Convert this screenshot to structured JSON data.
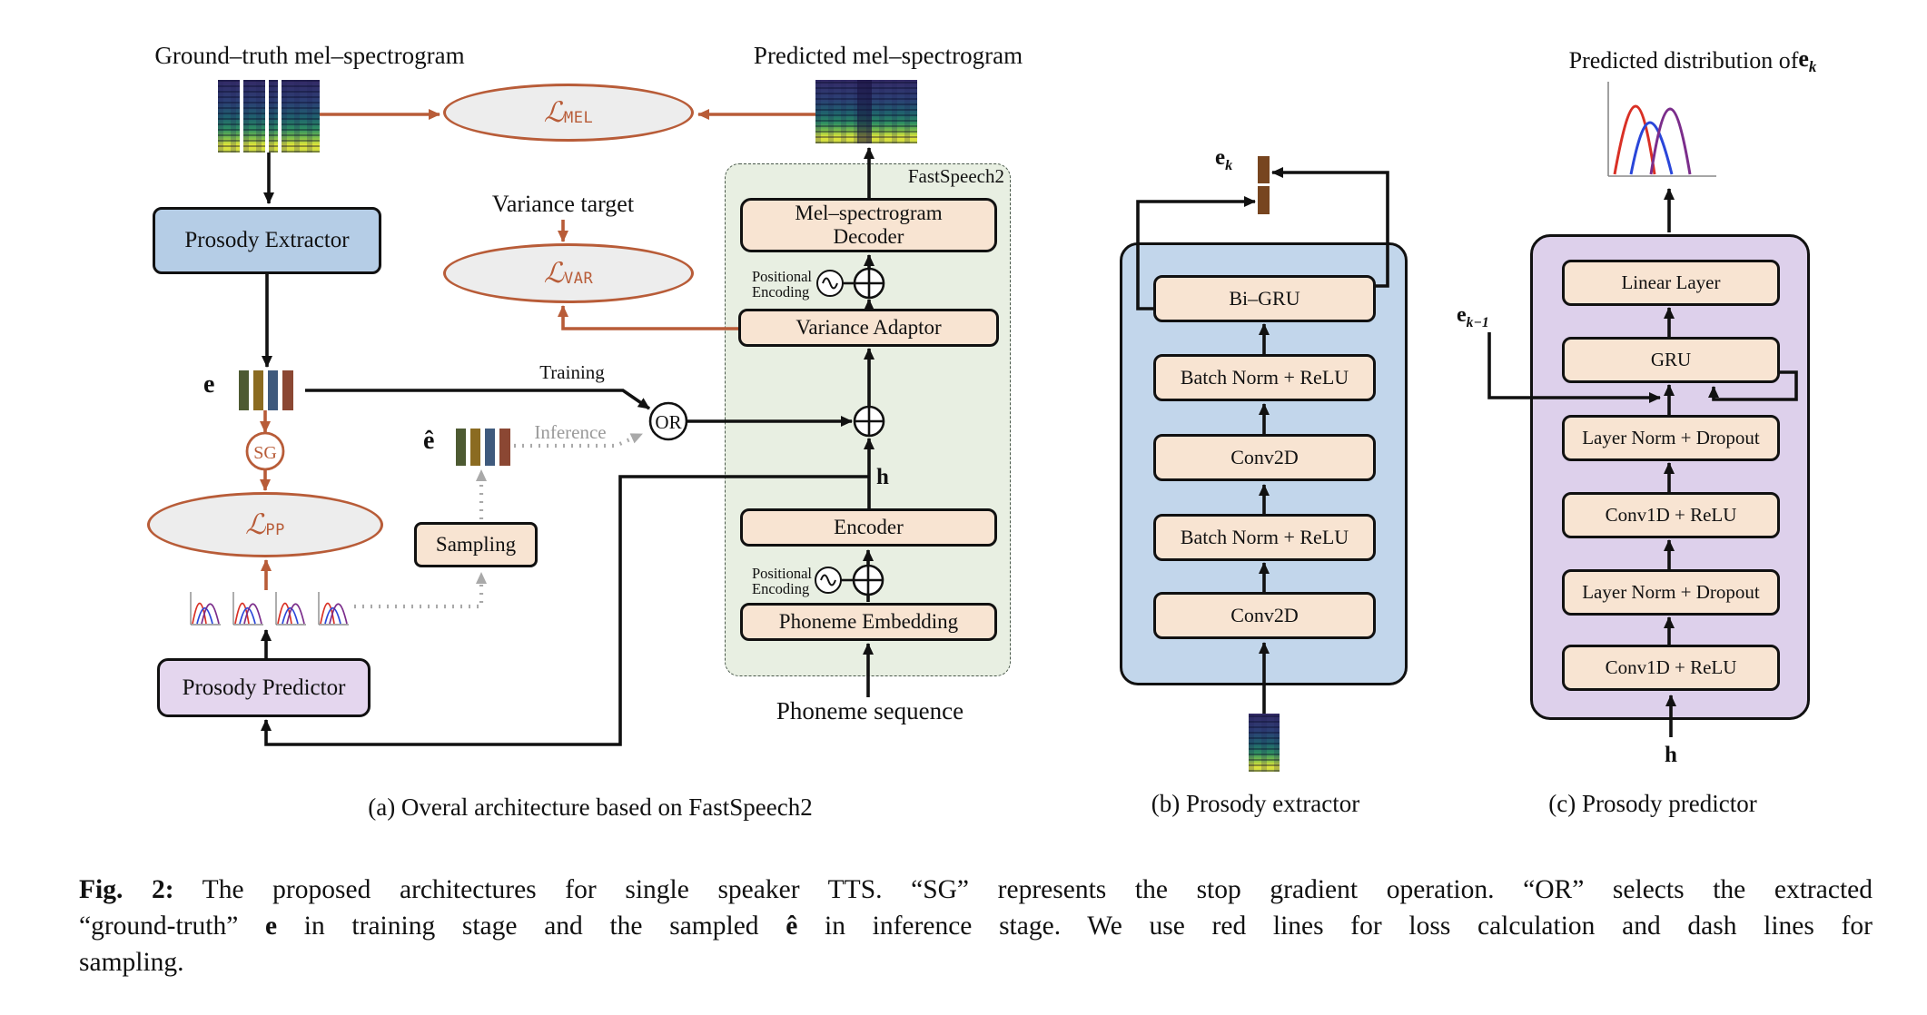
{
  "colors": {
    "accent_orange": "#b85c38",
    "loss_fill": "#ededed",
    "peach_box": "#f8e4d2",
    "green_panel": "#e8efe2",
    "blue_panel": "#c2d6eb",
    "lavender_panel": "#ddd0eb",
    "extractor_blue": "#b5cde6",
    "predictor_lavender": "#e4d6ee",
    "gray_dash": "#a9a9a9"
  },
  "panel_a": {
    "gt_title": "Ground–truth mel–spectrogram",
    "pred_title": "Predicted mel–spectrogram",
    "variance_target": "Variance target",
    "fastspeech2": "FastSpeech2",
    "mel_decoder_line1": "Mel–spectrogram",
    "mel_decoder_line2": "Decoder",
    "positional_encoding_line1": "Positional",
    "positional_encoding_line2": "Encoding",
    "variance_adaptor": "Variance Adaptor",
    "encoder": "Encoder",
    "phoneme_embedding": "Phoneme Embedding",
    "phoneme_sequence": "Phoneme sequence",
    "prosody_extractor": "Prosody Extractor",
    "prosody_predictor": "Prosody Predictor",
    "sampling": "Sampling",
    "training": "Training",
    "inference": "Inference",
    "or": "OR",
    "sg": "SG",
    "e": "e",
    "e_hat": "ê",
    "h": "h",
    "l_mel": {
      "main": "ℒ",
      "sub": "MEL"
    },
    "l_var": {
      "main": "ℒ",
      "sub": "VAR"
    },
    "l_pp": {
      "main": "ℒ",
      "sub": "PP"
    },
    "caption": "(a) Overal architecture based on FastSpeech2"
  },
  "panel_b": {
    "e_k": {
      "main": "e",
      "sub": "k"
    },
    "layers": [
      "Bi–GRU",
      "Batch Norm + ReLU",
      "Conv2D",
      "Batch Norm + ReLU",
      "Conv2D"
    ],
    "caption": "(b) Prosody extractor"
  },
  "panel_c": {
    "title_prefix": "Predicted distribution of ",
    "e_k": {
      "main": "e",
      "sub": "k"
    },
    "layers": [
      "Linear Layer",
      "GRU",
      "Layer Norm + Dropout",
      "Conv1D + ReLU",
      "Layer Norm + Dropout",
      "Conv1D + ReLU"
    ],
    "e_k_minus_1": {
      "main": "e",
      "sub": "k−1"
    },
    "h": "h",
    "caption": "(c) Prosody predictor"
  },
  "figure_caption": {
    "lines": [
      [
        {
          "t": "Fig. 2:",
          "b": true
        },
        {
          "t": " The proposed architectures for single speaker TTS. “SG” represents the stop gradient operation. “OR” selects the extracted",
          "b": false
        }
      ],
      [
        {
          "t": "“ground-truth” ",
          "b": false
        },
        {
          "t": "e",
          "b": true
        },
        {
          "t": " in training stage and the sampled ",
          "b": false
        },
        {
          "t": "ê",
          "b": true
        },
        {
          "t": " in inference stage. We use red lines for loss calculation and dash lines for",
          "b": false
        }
      ],
      [
        {
          "t": "sampling.",
          "b": false
        }
      ]
    ]
  }
}
